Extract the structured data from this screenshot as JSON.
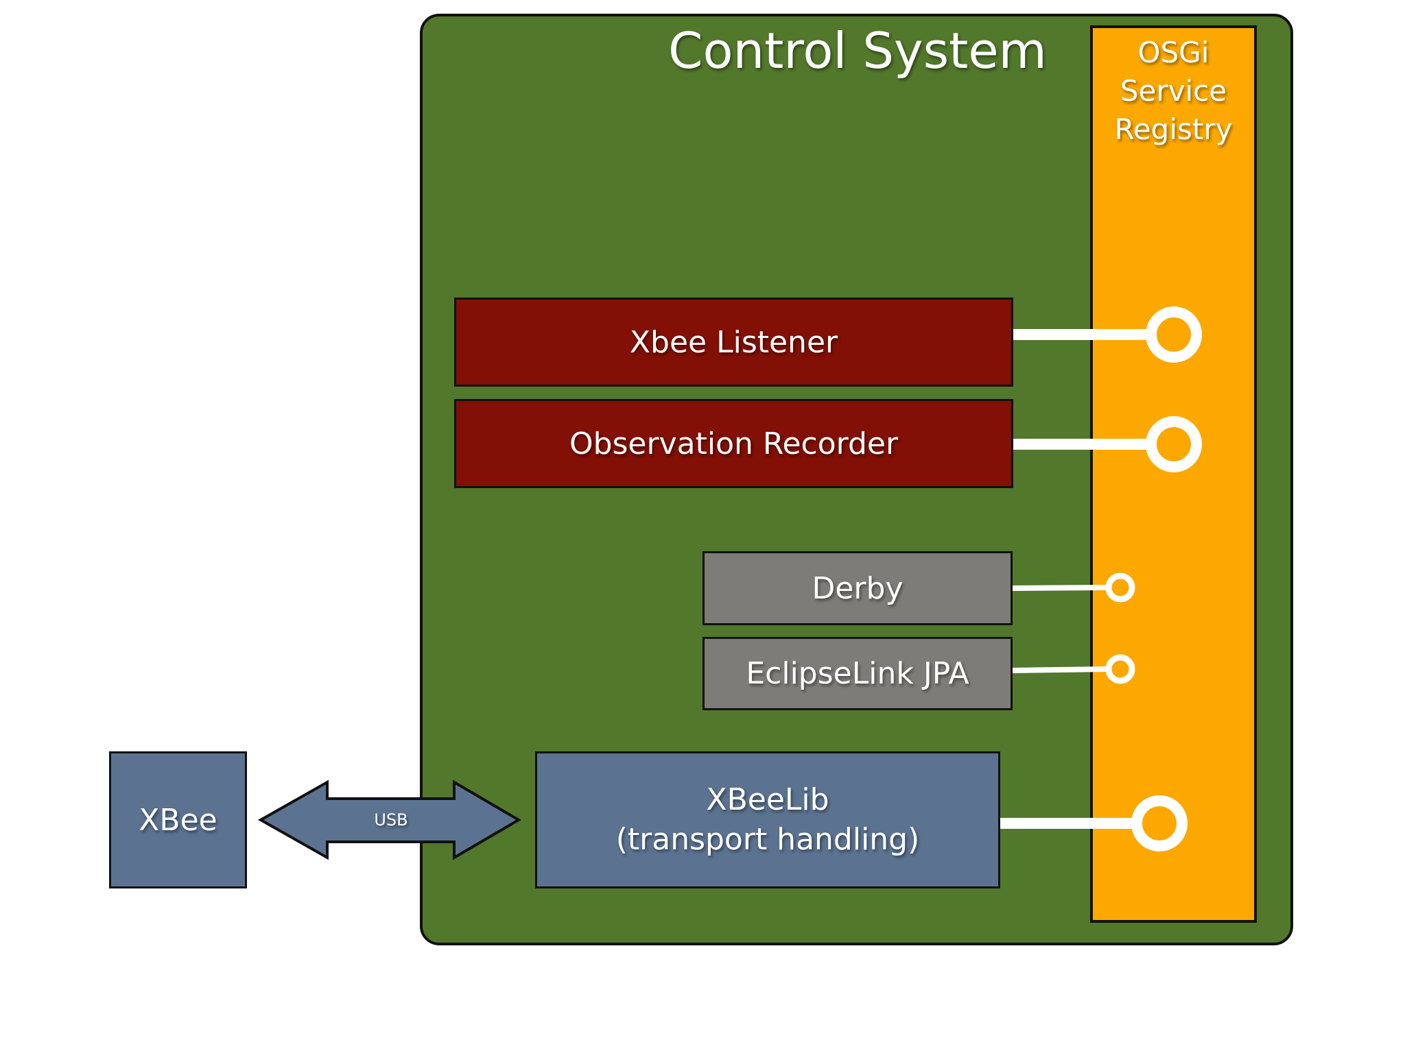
{
  "control_system": {
    "title": "Control System",
    "color": "#52782b"
  },
  "registry": {
    "lines": [
      "OSGi",
      "Service",
      "Registry"
    ],
    "color": "#fca800"
  },
  "components": {
    "xbee_listener": {
      "label": "Xbee Listener",
      "color": "#821006"
    },
    "observation_recorder": {
      "label": "Observation Recorder",
      "color": "#821006"
    },
    "derby": {
      "label": "Derby",
      "color": "#7d7c78"
    },
    "eclipselink": {
      "label": "EclipseLink JPA",
      "color": "#7d7c78"
    },
    "xbeelib": {
      "line1": "XBeeLib",
      "line2": "(transport handling)",
      "color": "#5b7391"
    }
  },
  "xbee": {
    "label": "XBee",
    "color": "#5b7391"
  },
  "usb_arrow": {
    "label": "USB",
    "color": "#5b7391"
  }
}
